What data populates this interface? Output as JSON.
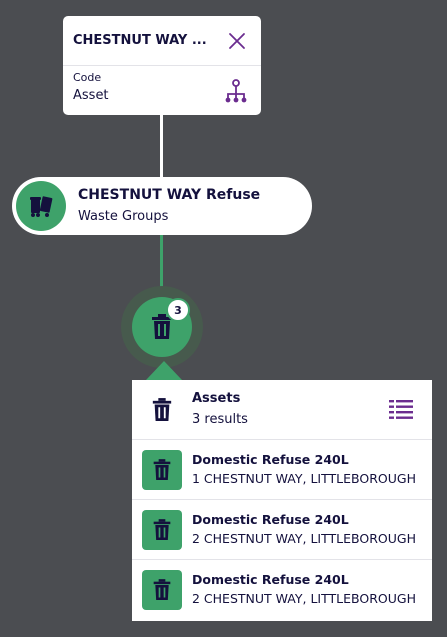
{
  "top_card": {
    "title": "CHESTNUT WAY ...",
    "code_label": "Code",
    "code_value": "Asset"
  },
  "group_node": {
    "title": "CHESTNUT WAY Refuse",
    "subtitle": "Waste Groups"
  },
  "bin_node": {
    "count": "3"
  },
  "panel": {
    "title": "Assets",
    "count": "3 results",
    "rows": [
      {
        "title": "Domestic Refuse 240L",
        "address": "1 CHESTNUT WAY, LITTLEBOROUGH"
      },
      {
        "title": "Domestic Refuse 240L",
        "address": "2 CHESTNUT WAY, LITTLEBOROUGH"
      },
      {
        "title": "Domestic Refuse 240L",
        "address": "2 CHESTNUT WAY, LITTLEBOROUGH"
      }
    ]
  },
  "colors": {
    "background": "#4b4d51",
    "accent_green": "#3ea26a",
    "accent_purple": "#6b2c8f",
    "text_dark": "#14113d"
  },
  "icons": [
    "close-icon",
    "hierarchy-icon",
    "wheelie-bins-icon",
    "bin-icon",
    "list-icon"
  ]
}
